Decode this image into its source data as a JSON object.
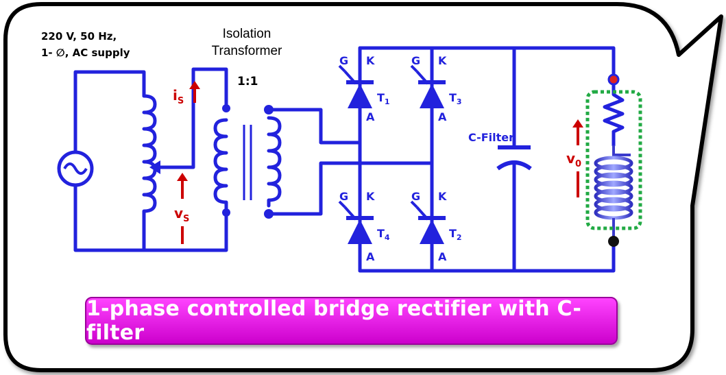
{
  "supply": {
    "line1": "220 V, 50 Hz,",
    "line2": "1- ∅, AC supply"
  },
  "transformer": {
    "title_line1": "Isolation",
    "title_line2": "Transformer",
    "ratio": "1:1"
  },
  "current_label": {
    "main": "i",
    "sub": "S"
  },
  "voltage_label": {
    "main": "v",
    "sub": "S"
  },
  "output_label": {
    "main": "v",
    "sub": "0"
  },
  "thyristors": [
    {
      "gate": "G",
      "cathode": "K",
      "anode": "A",
      "name": "T",
      "index": "1"
    },
    {
      "gate": "G",
      "cathode": "K",
      "anode": "A",
      "name": "T",
      "index": "3"
    },
    {
      "gate": "G",
      "cathode": "K",
      "anode": "A",
      "name": "T",
      "index": "4"
    },
    {
      "gate": "G",
      "cathode": "K",
      "anode": "A",
      "name": "T",
      "index": "2"
    }
  ],
  "filter_label": "C-Filter",
  "title": "1-phase controlled bridge rectifier with C-filter",
  "colors": {
    "wire": "#2222dd",
    "arrow": "#cc0000",
    "load_box": "#22aa44",
    "banner": "#dd22dd"
  }
}
